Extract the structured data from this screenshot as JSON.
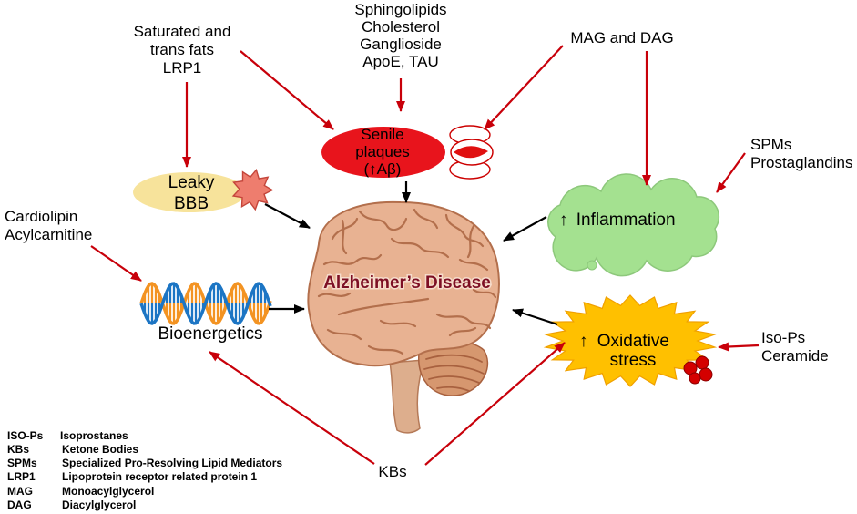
{
  "diagram": {
    "center_label": "Alzheimer’s Disease",
    "factors": {
      "saturated_fats": [
        "Saturated and",
        "trans fats",
        "LRP1"
      ],
      "sphingolipids": [
        "Sphingolipids",
        "Cholesterol",
        "Ganglioside",
        "ApoE, TAU"
      ],
      "mag_dag": "MAG and DAG",
      "spms": [
        "SPMs",
        "Prostaglandins"
      ],
      "cardiolipin": [
        "Cardiolipin",
        "Acylcarnitine"
      ],
      "iso_ps": [
        "Iso-Ps",
        "Ceramide"
      ],
      "kbs": "KBs"
    },
    "processes": {
      "leaky_bbb": [
        "Leaky",
        "BBB"
      ],
      "senile_plaques": [
        "Senile",
        "plaques",
        "(↑Aβ)"
      ],
      "inflammation": {
        "arrow": "↑",
        "label": "Inflammation"
      },
      "oxidative_stress": {
        "arrow": "↑",
        "label": [
          "Oxidative",
          "stress"
        ]
      },
      "bioenergetics": "Bioenergetics"
    }
  },
  "legend": [
    {
      "abbr": "ISO-Ps",
      "full": "Isoprostanes"
    },
    {
      "abbr": "KBs",
      "full": "Ketone Bodies"
    },
    {
      "abbr": "SPMs",
      "full": "Specialized Pro-Resolving Lipid Mediators"
    },
    {
      "abbr": "LRP1",
      "full": "Lipoprotein receptor related protein 1"
    },
    {
      "abbr": "MAG",
      "full": "Monoacylglycerol"
    },
    {
      "abbr": "DAG",
      "full": "Diacylglycerol"
    }
  ],
  "colors": {
    "factor_arrow": "#c8000a",
    "effect_arrow": "#000000",
    "senile_plaques": "#e8141c",
    "leaky_bbb": "#f7e39b",
    "inflammation": "#a4e190",
    "oxidative_stress": "#ffc000",
    "brain": "#e8b292",
    "center_label": "#7d0f24",
    "dna_strand_a": "#f39322",
    "dna_strand_b": "#1c75c4"
  }
}
